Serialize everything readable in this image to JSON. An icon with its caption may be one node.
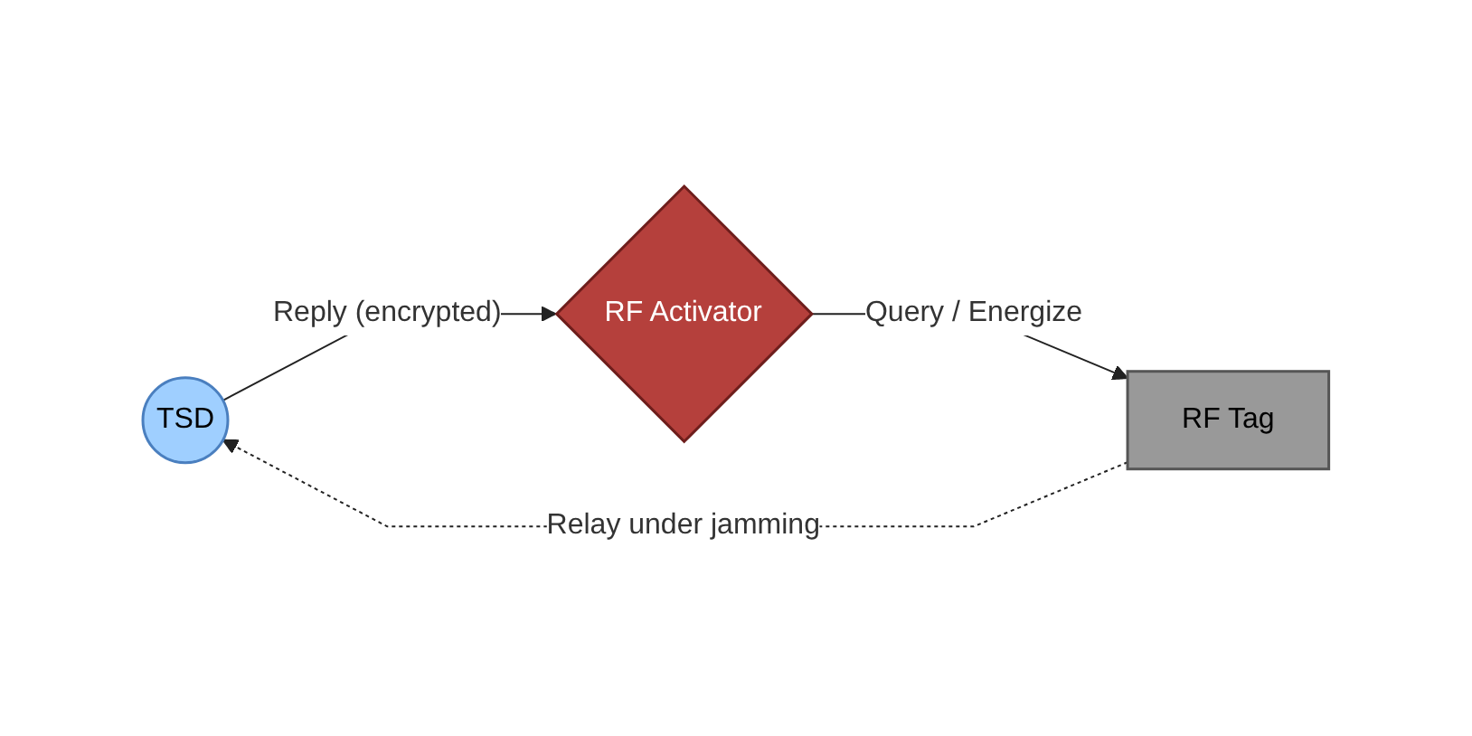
{
  "diagram": {
    "nodes": [
      {
        "text": [
          "TSD"
        ]
      },
      {
        "text": [
          "RF Tag"
        ]
      },
      {
        "text": [
          "RF Activator"
        ]
      }
    ],
    "edges": [
      {
        "from": 0,
        "to": 2,
        "arrow": "to",
        "label": "Reply (encrypted)"
      },
      {
        "from": 2,
        "to": 1,
        "arrow": "to",
        "label": "Query / Energize"
      },
      {
        "from": 1,
        "to": 0,
        "arrow": "to",
        "label": "Relay under jamming",
        "style": "dashed"
      }
    ]
  }
}
